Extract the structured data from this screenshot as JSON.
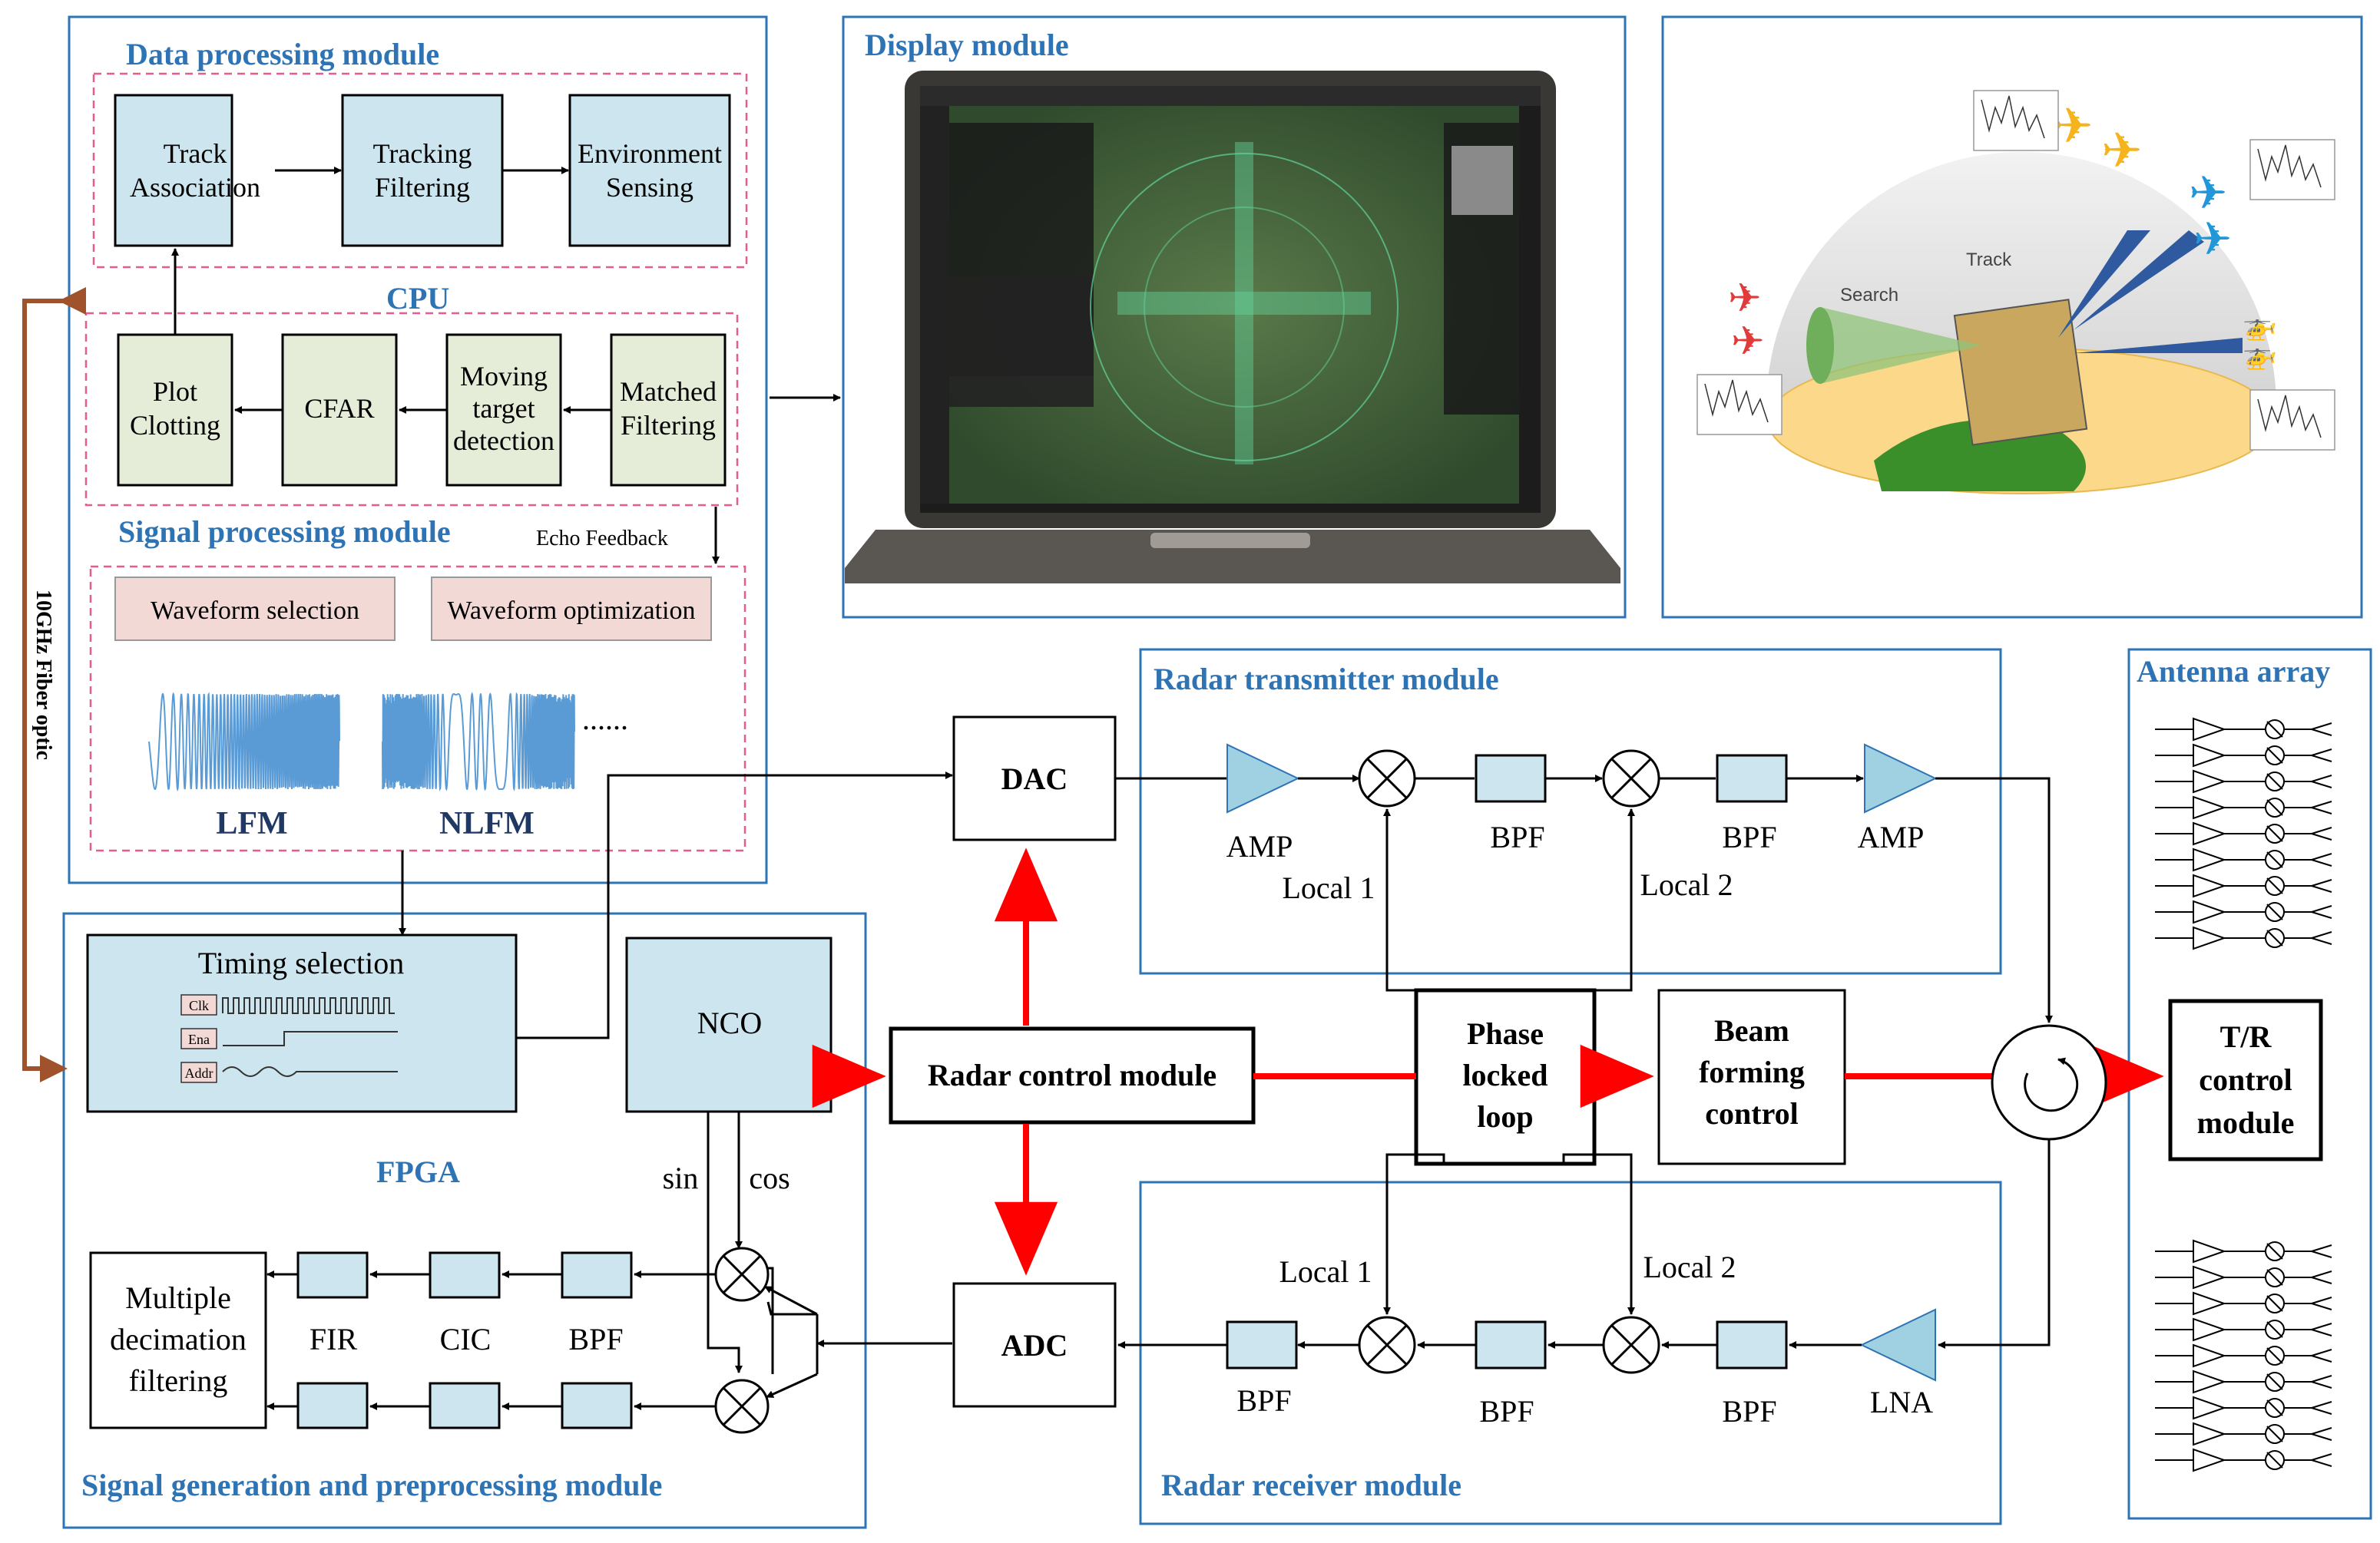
{
  "titles": {
    "data_processing": "Data processing module",
    "cpu": "CPU",
    "signal_processing": "Signal  processing module",
    "display": "Display module",
    "transmitter": "Radar transmitter module",
    "receiver": "Radar receiver module",
    "antenna": "Antenna array",
    "fpga": "FPGA",
    "sig_gen": "Signal generation and preprocessing module"
  },
  "data_processing": {
    "track_association": [
      "Track",
      "Association"
    ],
    "tracking_filtering": [
      "Tracking",
      "Filtering"
    ],
    "environment_sensing": [
      "Environment",
      "Sensing"
    ]
  },
  "cpu": {
    "plot_clotting": [
      "Plot",
      "Clotting"
    ],
    "cfar": "CFAR",
    "moving_target": [
      "Moving",
      "target",
      "detection"
    ],
    "matched_filtering": [
      "Matched",
      "Filtering"
    ]
  },
  "signal_processing": {
    "echo_feedback": "Echo Feedback",
    "waveform_selection": "Waveform selection",
    "waveform_optimization": "Waveform optimization",
    "lfm": "LFM",
    "nlfm": "NLFM",
    "ellipsis": "......"
  },
  "fiber": "10GHz Fiber optic",
  "scene": {
    "search": "Search",
    "track": "Track"
  },
  "fpga": {
    "timing_selection": "Timing selection",
    "clk": "Clk",
    "ena": "Ena",
    "addr": "Addr",
    "nco": "NCO",
    "sin": "sin",
    "cos": "cos",
    "fir": "FIR",
    "cic": "CIC",
    "bpf": "BPF",
    "multiple_decimation": [
      "Multiple",
      "decimation",
      "filtering"
    ]
  },
  "core": {
    "dac": "DAC",
    "adc": "ADC",
    "radar_control": "Radar control module",
    "pll": [
      "Phase",
      "locked",
      "loop"
    ],
    "beam_forming": [
      "Beam",
      "forming",
      "control"
    ],
    "tr_control": [
      "T/R",
      "control",
      "module"
    ]
  },
  "transmitter": {
    "amp1": "AMP",
    "bpf1": "BPF",
    "bpf2": "BPF",
    "amp2": "AMP",
    "local1": "Local 1",
    "local2": "Local 2"
  },
  "receiver": {
    "lna": "LNA",
    "bpf1": "BPF",
    "bpf2": "BPF",
    "bpf3": "BPF",
    "local1": "Local 1",
    "local2": "Local 2"
  },
  "colors": {
    "title_blue": "#2e74b5",
    "box_blue": "#cde5ee",
    "box_green": "#e5edd9",
    "box_pink": "#f2d9d6",
    "control_red": "#ff0000",
    "fiber_brown": "#a0522d"
  }
}
